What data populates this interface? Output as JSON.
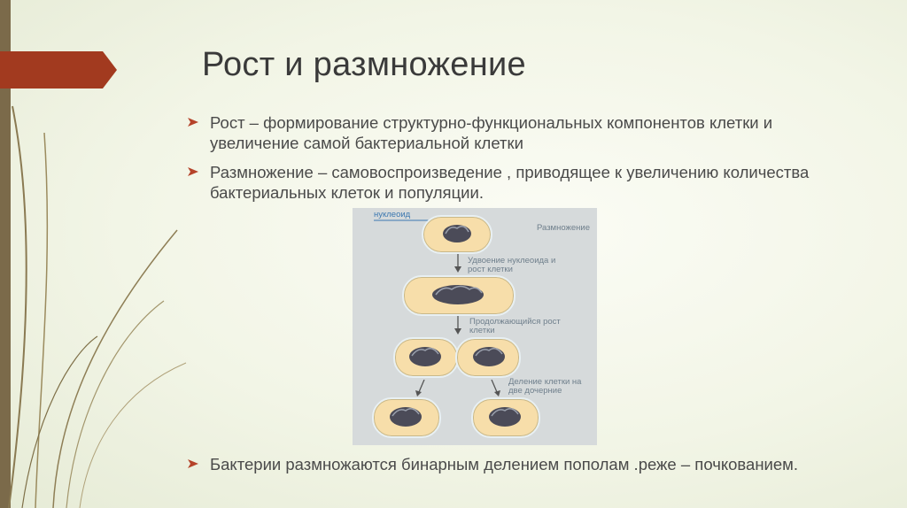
{
  "title": "Рост и размножение",
  "bullets": [
    {
      "text": "Рост – формирование структурно-функциональных компонентов клетки и увеличение самой бактериальной клетки"
    },
    {
      "text": "Размножение – самовоспроизведение , приводящее к увеличению количества бактериальных клеток и популяции."
    },
    {
      "text": "Бактерии размножаются бинарным делением пополам .реже – почкованием."
    }
  ],
  "figure": {
    "nucleoid_label": "нуклеоид",
    "title_label": "Размножение",
    "step1": "Удвоение нуклеоида и рост клетки",
    "step2": "Продолжающийся рост клетки",
    "step3": "Деление клетки на две дочерние"
  },
  "colors": {
    "accent": "#a23a1f",
    "strip": "#7b6a4a",
    "bullet": "#b5432a",
    "cell_fill": "#f7deaa"
  }
}
